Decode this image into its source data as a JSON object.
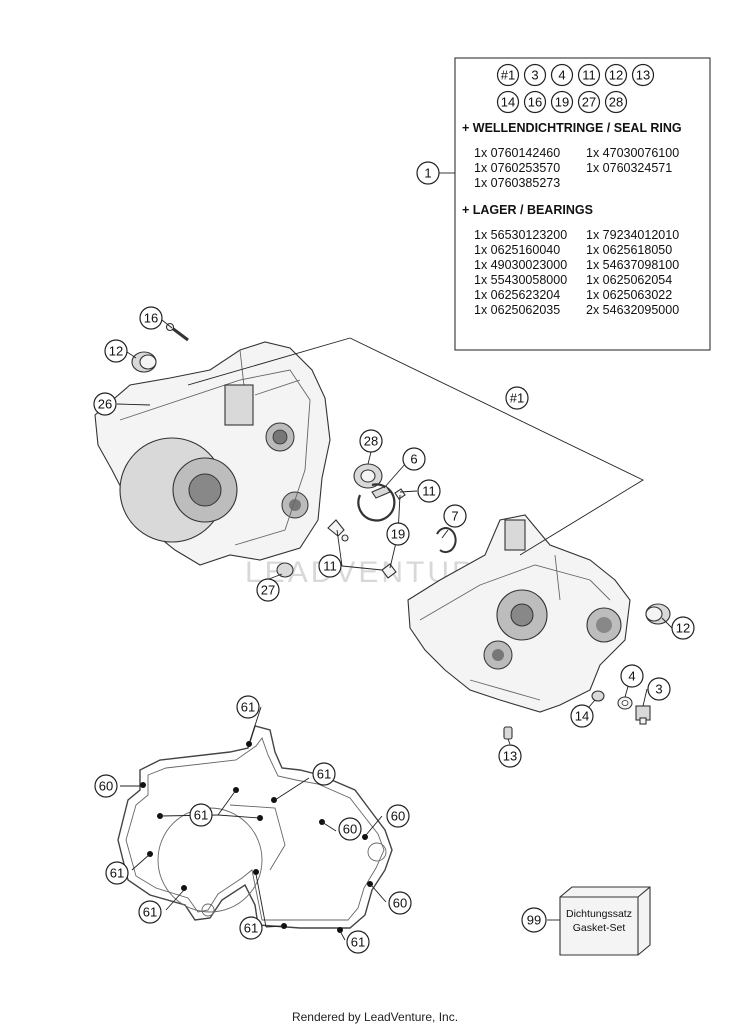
{
  "kit_callouts_row1": [
    "#1",
    "3",
    "4",
    "11",
    "12",
    "13"
  ],
  "kit_callouts_row2": [
    "14",
    "16",
    "19",
    "27",
    "28"
  ],
  "seal_section": {
    "heading": "+ WELLENDICHTRINGE / SEAL RING",
    "col1": [
      "1x 0760142460",
      "1x 0760253570",
      "1x 0760385273"
    ],
    "col2": [
      "1x 47030076100",
      "1x 0760324571"
    ]
  },
  "bearing_section": {
    "heading": "+ LAGER / BEARINGS",
    "col1": [
      "1x 56530123200",
      "1x 0625160040",
      "1x 49030023000",
      "1x 55430058000",
      "1x 0625623204",
      "1x 0625062035"
    ],
    "col2": [
      "1x 79234012010",
      "1x 0625618050",
      "1x 54637098100",
      "1x 0625062054",
      "1x 0625063022",
      "2x 54632095000"
    ]
  },
  "callouts": {
    "c1": "1",
    "c16": "16",
    "c12a": "12",
    "c26": "26",
    "c28": "28",
    "c6": "6",
    "c11a": "11",
    "c19": "19",
    "c7": "7",
    "c11b": "11",
    "c27": "27",
    "c12b": "12",
    "c4": "4",
    "c3": "3",
    "c14": "14",
    "c13": "13",
    "c_hash1": "#1",
    "c61a": "61",
    "c60a": "60",
    "c61b": "61",
    "c61c": "61",
    "c60b": "60",
    "c60c": "60",
    "c61d": "61",
    "c60d": "60",
    "c61e": "61",
    "c61f": "61",
    "c61g": "61",
    "c99": "99"
  },
  "gasket_kit": {
    "line1": "Dichtungssatz",
    "line2": "Gasket-Set"
  },
  "watermark": "LEADVENTURE",
  "footer": "Rendered by LeadVenture, Inc."
}
